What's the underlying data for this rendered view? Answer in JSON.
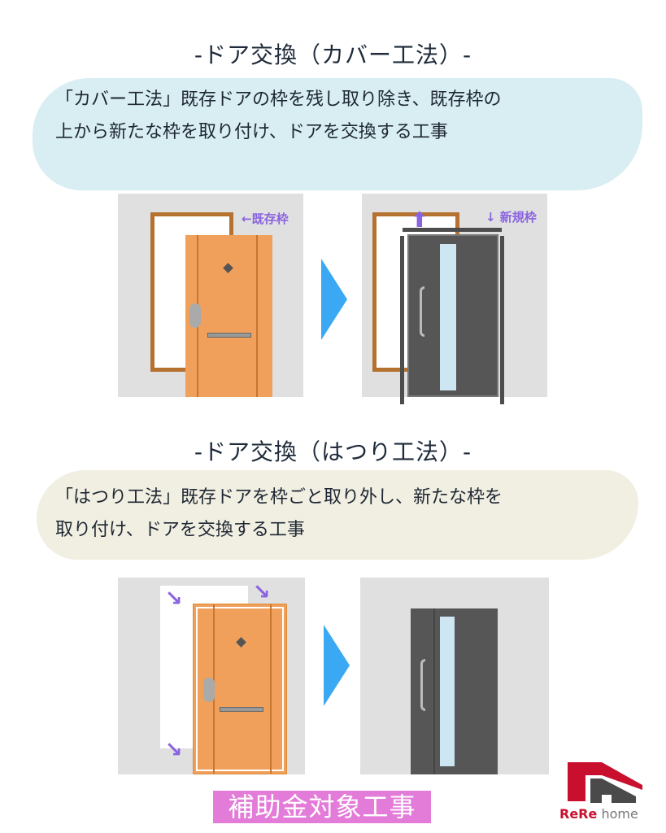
{
  "section1": {
    "title": "-ドア交換（カバー工法）-",
    "desc_line1": "「カバー工法」既存ドアの枠を残し取り除き、既存枠の",
    "desc_line2": "上から新たな枠を取り付け、ドアを交換する工事",
    "label_existing": "←既存枠",
    "label_new": "新規枠"
  },
  "section2": {
    "title": "-ドア交換（はつり工法）-",
    "desc_line1": "「はつり工法」既存ドアを枠ごと取り外し、新たな枠を",
    "desc_line2": "取り付け、ドアを交換する工事"
  },
  "badge": "補助金対象工事",
  "logo": {
    "brand": "ReRe",
    "suffix": "home"
  },
  "colors": {
    "arrow": "#3aa8f3",
    "badge": "#e37bd8",
    "accent": "#8a63e0",
    "logo_red": "#c8102e"
  }
}
